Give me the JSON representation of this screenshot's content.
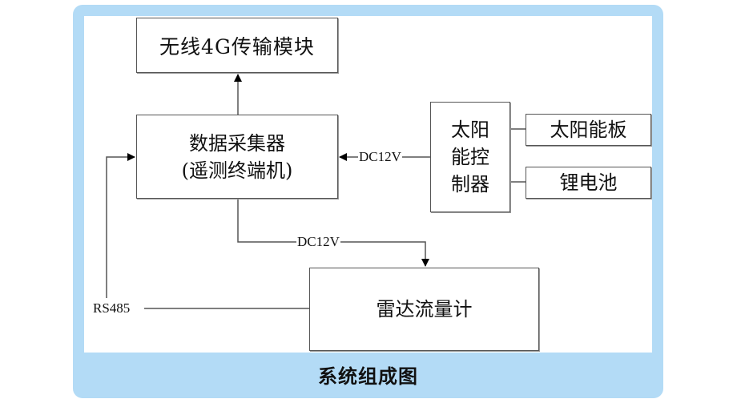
{
  "diagram": {
    "caption": "系统组成图",
    "nodes": {
      "transmission": "无线4G传输模块",
      "collector_line1": "数据采集器",
      "collector_line2": "(遥测终端机)",
      "controller_line1": "太阳",
      "controller_line2": "能控",
      "controller_line3": "制器",
      "solar_panel": "太阳能板",
      "battery": "锂电池",
      "radar": "雷达流量计"
    },
    "edges": {
      "controller_to_collector": "DC12V",
      "collector_to_radar": "DC12V",
      "radar_to_collector": "RS485"
    },
    "colors": {
      "frame": "#b3dbf6",
      "line": "#555555"
    }
  }
}
